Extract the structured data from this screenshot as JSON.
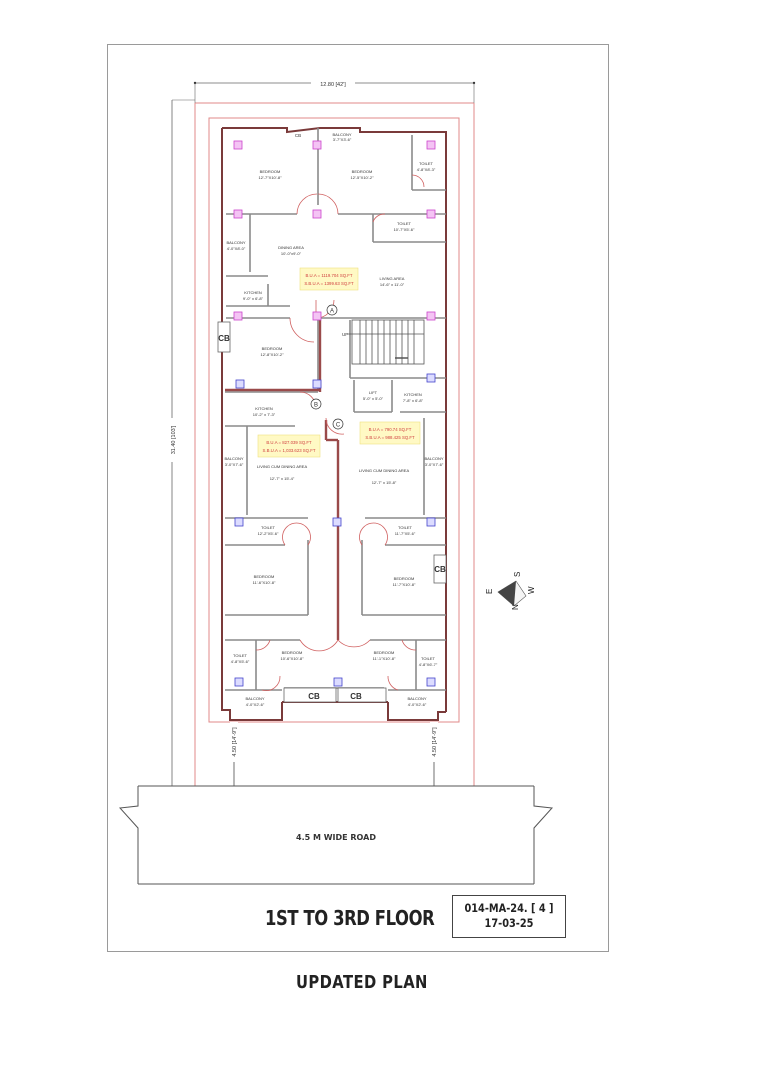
{
  "drawing": {
    "top_dimension": "12.80 [42']",
    "side_dimension": "31.40 [103']",
    "setback_left": "4.50 [14'-9\"]",
    "setback_right": "4.50 [14'-9\"]",
    "road_label": "4.5 M WIDE ROAD",
    "floor_title": "1ST TO 3RD FLOOR",
    "reference_code": "014-MA-24. [ 4 ]",
    "reference_date": "17-03-25",
    "footer_title": "UPDATED PLAN",
    "compass": {
      "n": "N",
      "s": "S",
      "e": "E",
      "w": "W"
    },
    "colors": {
      "plot_line": "#e08a8a",
      "wall": "#8a8a8a",
      "outer_wall": "#7a3a3a",
      "column_magenta": "#cc44cc",
      "column_blue": "#4444cc",
      "area_box_bg": "#fff9c4",
      "area_text": "#d04040"
    }
  },
  "units": {
    "a": {
      "marker": "A",
      "bua": "B.U.A = 1119.704 SQ.FT",
      "sbua": "S.B.U.A = 1399.63 SQ.FT",
      "rooms": [
        {
          "name": "BEDROOM",
          "size": "12'-7\"X10'-8\""
        },
        {
          "name": "BEDROOM",
          "size": "12'-5\"X10'-2\""
        },
        {
          "name": "TOILET",
          "size": "4'-8\"X8'-3\""
        },
        {
          "name": "BALCONY",
          "size": "3'-7\"X3'-6\""
        },
        {
          "name": "CB",
          "size": ""
        },
        {
          "name": "DINING AREA",
          "size": "10'-0\"x9'-0\""
        },
        {
          "name": "TOILET",
          "size": "10'-7\"X5'-6\""
        },
        {
          "name": "BALCONY",
          "size": "4'-0\"X8'-0\""
        },
        {
          "name": "LIVING AREA",
          "size": "14'-6\" x 11'-0\""
        },
        {
          "name": "KITCHEN",
          "size": "9'-0\" x 6'-8\""
        },
        {
          "name": "BEDROOM",
          "size": "12'-8\"X10'-2\""
        }
      ]
    },
    "b": {
      "marker": "B",
      "bua": "B.U.A = 827.039 SQ.FT",
      "sbua": "S.B.U.A = 1,033.623 SQ.FT",
      "rooms": [
        {
          "name": "KITCHEN",
          "size": "10'-2\" x 7'-3\""
        },
        {
          "name": "BALCONY",
          "size": "3'-0\"X7'-6\""
        },
        {
          "name": "LIVING CUM DINING AREA",
          "size": "12'-7\" x 15'-4\""
        },
        {
          "name": "TOILET",
          "size": "12'-2\"X5'-6\""
        },
        {
          "name": "BEDROOM",
          "size": "11'-6\"X10'-8\""
        },
        {
          "name": "BEDROOM",
          "size": "10'-6\"X10'-8\""
        },
        {
          "name": "TOILET",
          "size": "4'-8\"X5'-6\""
        },
        {
          "name": "BALCONY",
          "size": "4'-0\"X2'-6\""
        },
        {
          "name": "CB",
          "size": ""
        }
      ]
    },
    "c": {
      "marker": "C",
      "bua": "B.U.A = 790.74 SQ.FT",
      "sbua": "S.B.U.A = 988.425 SQ.FT",
      "rooms": [
        {
          "name": "LIFT",
          "size": "5'-0\" x 5'-0\""
        },
        {
          "name": "KITCHEN",
          "size": "7'-8\" x 6'-8\""
        },
        {
          "name": "BALCONY",
          "size": "3'-0\"X7'-6\""
        },
        {
          "name": "LIVING CUM DINING AREA",
          "size": "12'-7\" x 15'-8\""
        },
        {
          "name": "TOILET",
          "size": "11'-7\"X5'-6\""
        },
        {
          "name": "BEDROOM",
          "size": "11'-7\"X10'-8\""
        },
        {
          "name": "CB",
          "size": ""
        },
        {
          "name": "BEDROOM",
          "size": "11'-1\"X10'-8\""
        },
        {
          "name": "TOILET",
          "size": "4'-8\"X6'-7\""
        },
        {
          "name": "BALCONY",
          "size": "4'-0\"X2'-6\""
        },
        {
          "name": "CB",
          "size": ""
        }
      ]
    }
  },
  "stair": {
    "label": "UP"
  }
}
